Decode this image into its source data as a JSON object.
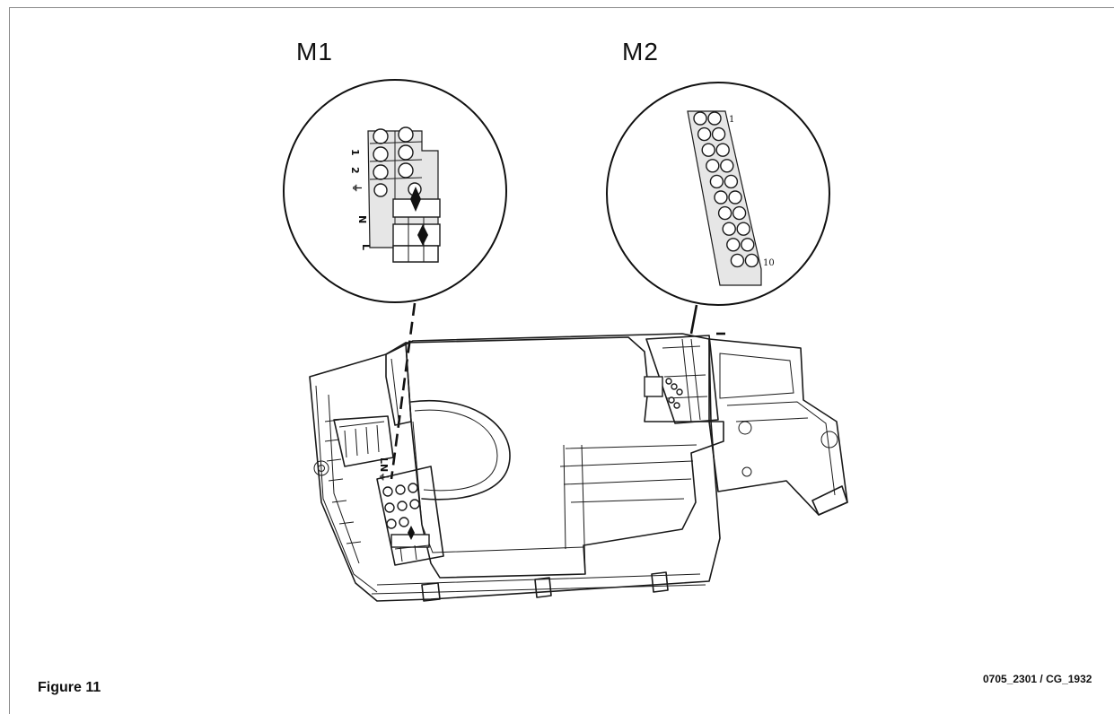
{
  "diagram": {
    "callouts": [
      {
        "id": "m1",
        "label": "M1",
        "terminal_labels": [
          "1",
          "2",
          "⏚",
          "N",
          "L"
        ]
      },
      {
        "id": "m2",
        "label": "M2",
        "pin_labels": [
          "1",
          "10"
        ]
      }
    ],
    "device_labels": {
      "terminal_marking": "LN⏚"
    },
    "caption": "Figure 11",
    "reference_code": "0705_2301 / CG_1932"
  },
  "colors": {
    "line": "#1a1a1a",
    "background": "#ffffff",
    "frame": "#8a8a8a"
  }
}
